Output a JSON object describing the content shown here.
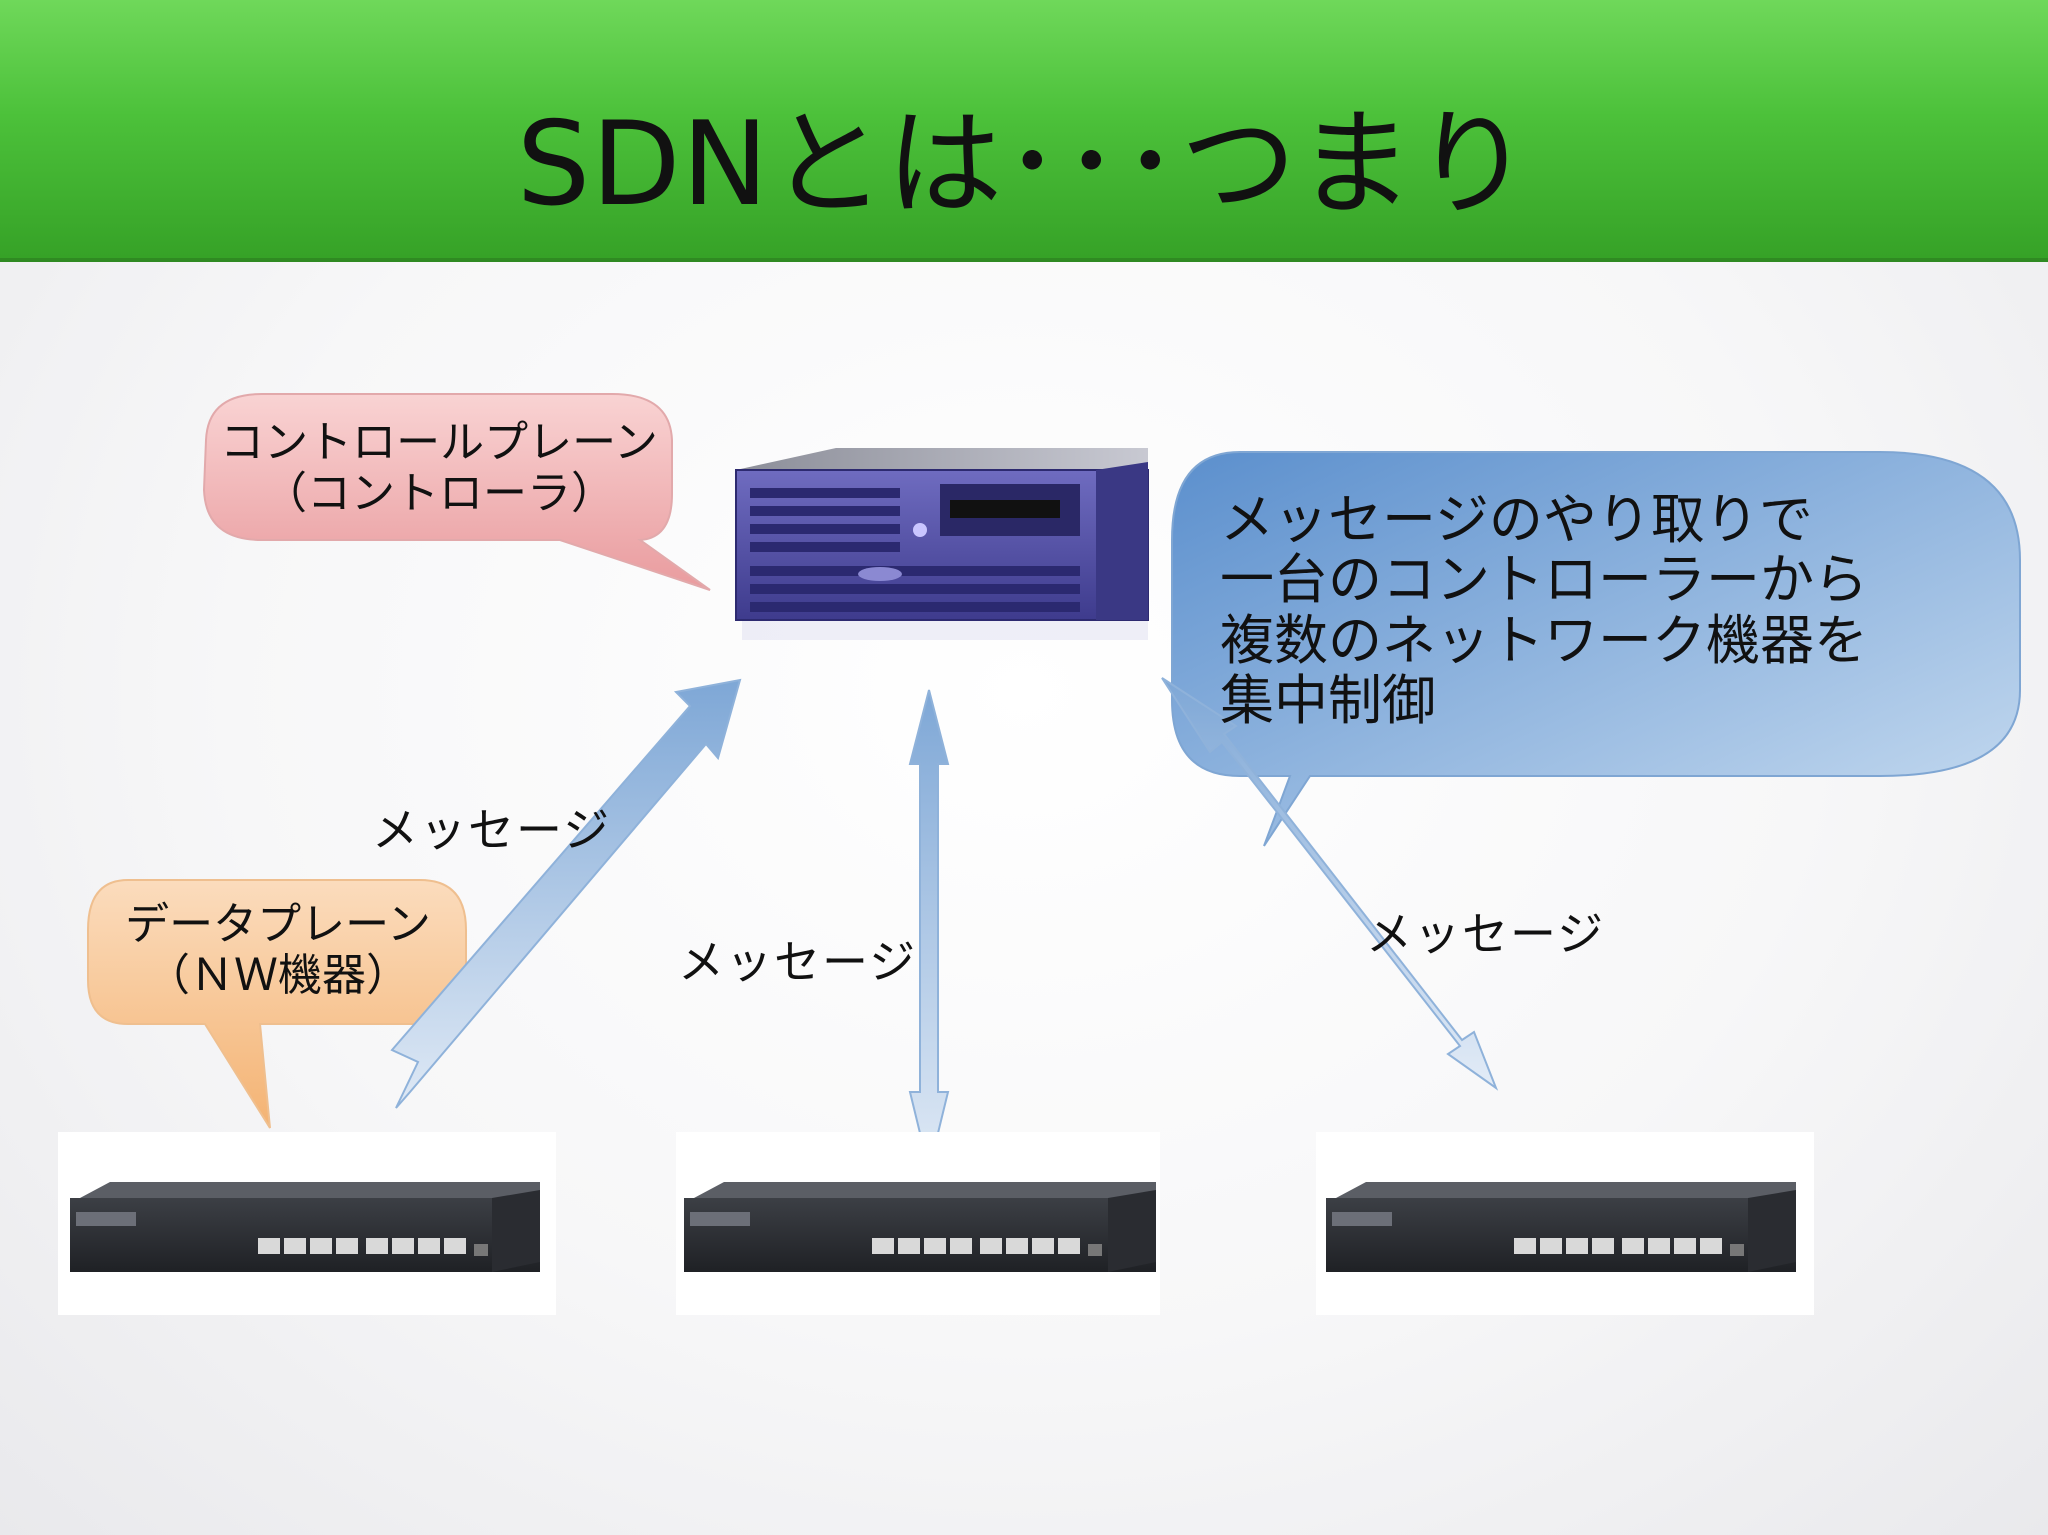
{
  "slide": {
    "title": "SDNとは･･･つまり"
  },
  "callouts": {
    "control_plane": {
      "line1": "コントロールプレーン",
      "line2": "（コントローラ）",
      "color": "#f2b6b8"
    },
    "data_plane": {
      "line1": "データプレーン",
      "line2": "（ＮＷ機器）",
      "color": "#f8c994"
    },
    "summary": {
      "lines": [
        "メッセージのやり取りで",
        "一台のコントローラーから",
        "複数のネットワーク機器を",
        "集中制御"
      ],
      "color": "#7aa6d6"
    }
  },
  "messages": {
    "left": "メッセージ",
    "middle": "メッセージ",
    "right": "メッセージ"
  },
  "devices": {
    "controller": "server-icon",
    "switches": [
      "network-switch-icon",
      "network-switch-icon",
      "network-switch-icon"
    ]
  },
  "colors": {
    "title_bar": "#4cc13a",
    "arrow": "#8fb2da"
  }
}
